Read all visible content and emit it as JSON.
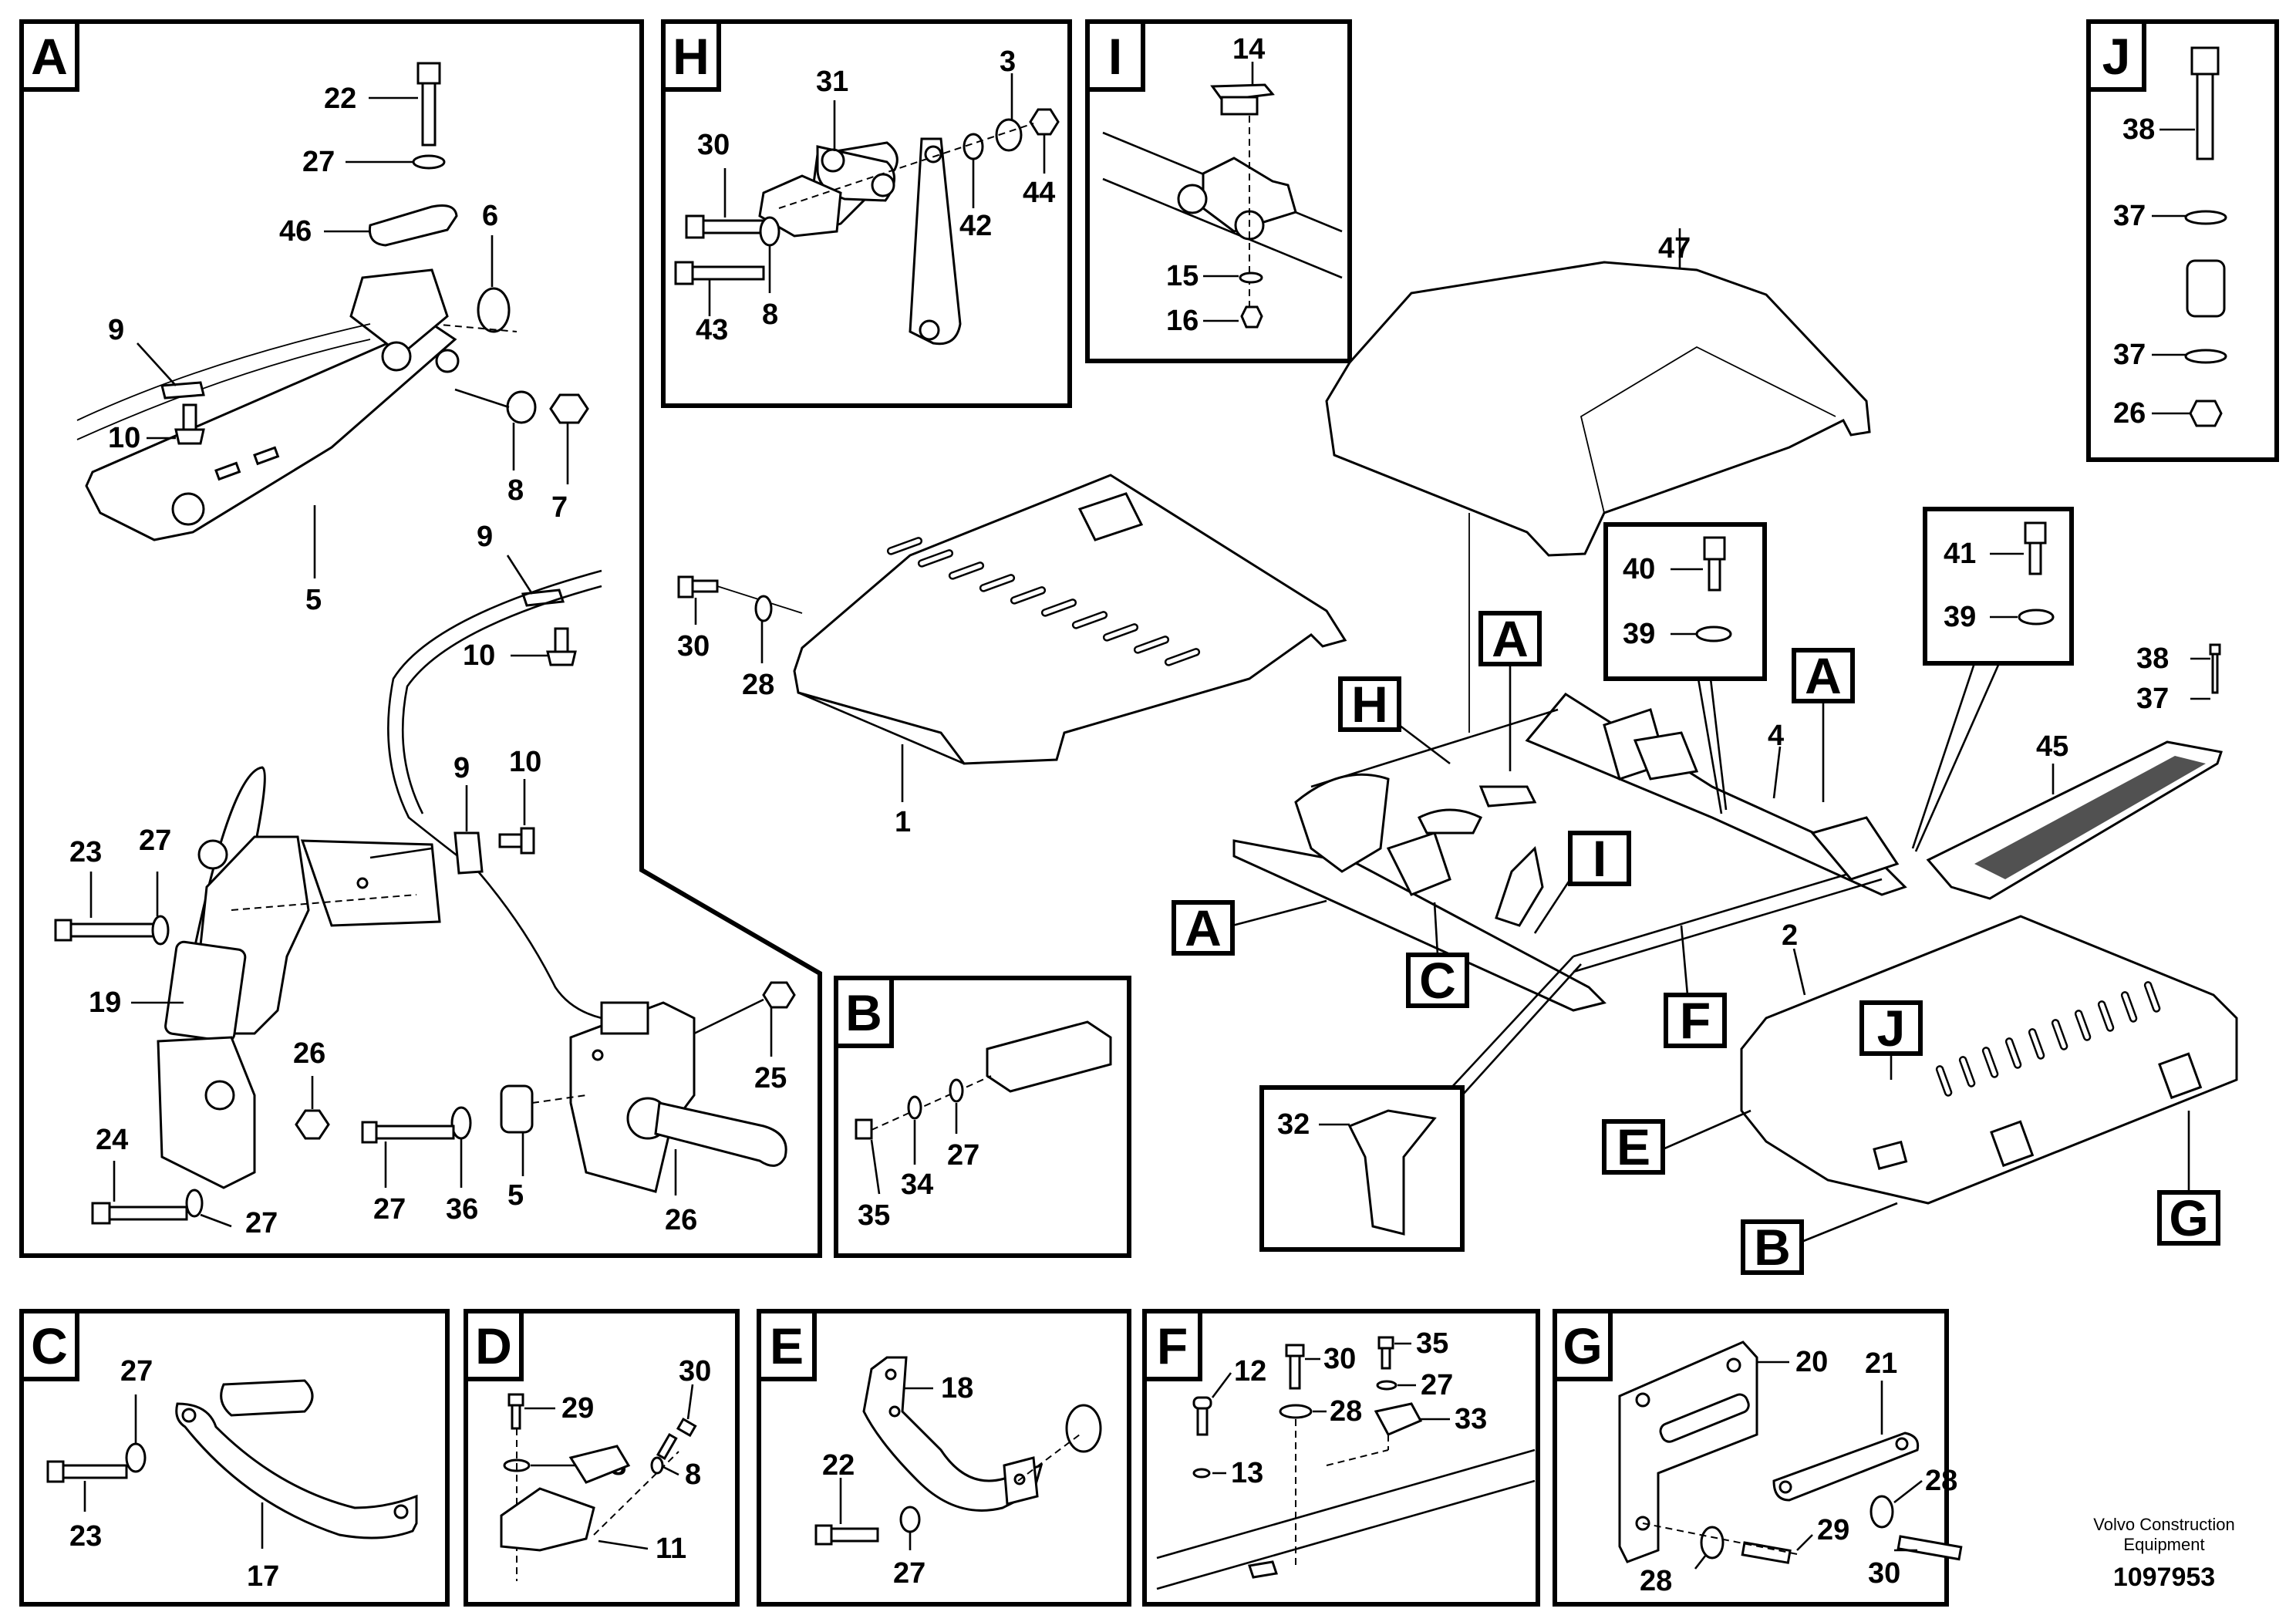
{
  "footer": {
    "company_line1": "Volvo Construction",
    "company_line2": "Equipment",
    "drawing_number": "1097953"
  },
  "views": {
    "A": {
      "label": "A",
      "callouts": [
        "22",
        "27",
        "46",
        "6",
        "9",
        "10",
        "8",
        "7",
        "5",
        "9",
        "10",
        "9",
        "10",
        "23",
        "27",
        "19",
        "26",
        "26",
        "24",
        "27",
        "25",
        "27",
        "36",
        "5"
      ]
    },
    "H": {
      "label": "H",
      "callouts": [
        "31",
        "3",
        "30",
        "42",
        "44",
        "43",
        "8"
      ]
    },
    "I": {
      "label": "I",
      "callouts": [
        "14",
        "15",
        "16"
      ]
    },
    "J": {
      "label": "J",
      "callouts": [
        "38",
        "37",
        "37",
        "26"
      ]
    },
    "B": {
      "label": "B",
      "callouts": [
        "35",
        "34",
        "27"
      ]
    },
    "C": {
      "label": "C",
      "callouts": [
        "27",
        "23",
        "17"
      ]
    },
    "D": {
      "label": "D",
      "callouts": [
        "30",
        "29",
        "28",
        "8",
        "11"
      ]
    },
    "E": {
      "label": "E",
      "callouts": [
        "18",
        "22",
        "27"
      ]
    },
    "F": {
      "label": "F",
      "callouts": [
        "12",
        "30",
        "35",
        "28",
        "27",
        "13",
        "33"
      ]
    },
    "G": {
      "label": "G",
      "callouts": [
        "20",
        "21",
        "28",
        "29",
        "28",
        "30"
      ]
    }
  },
  "overview": {
    "callouts": [
      "47",
      "30",
      "28",
      "1",
      "40",
      "39",
      "41",
      "39",
      "4",
      "38",
      "37",
      "45",
      "2",
      "32"
    ],
    "refs": [
      "A",
      "A",
      "A",
      "H",
      "I",
      "C",
      "F",
      "J",
      "E",
      "B",
      "G"
    ]
  }
}
